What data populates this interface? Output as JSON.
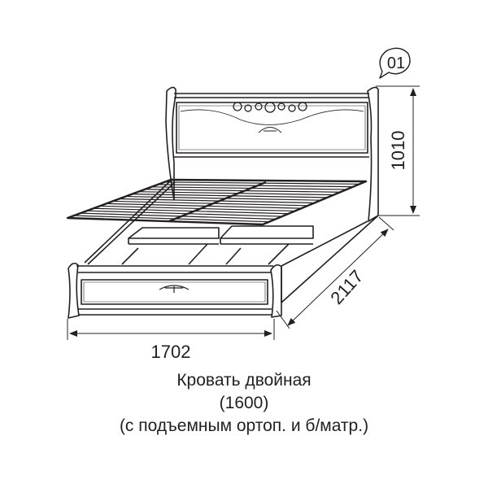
{
  "badge": "01",
  "dimensions": {
    "width": "1702",
    "height": "1010",
    "depth": "2117"
  },
  "caption": {
    "line1": "Кровать двойная",
    "line2": "(1600)",
    "line3": "(с подъемным ортоп. и б/матр.)"
  },
  "colors": {
    "ink": "#231f20",
    "background": "#ffffff"
  }
}
